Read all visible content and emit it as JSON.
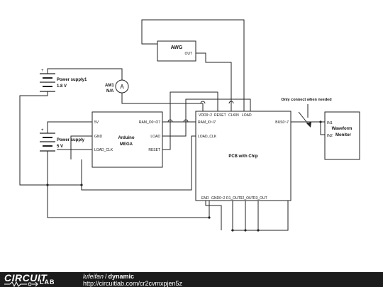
{
  "components": {
    "awg": {
      "title": "AWG",
      "pin_out": "OUT"
    },
    "power_supply1": {
      "name": "Power supply1",
      "value": "1.8 V"
    },
    "ammeter": {
      "name": "AM1",
      "value": "N/A",
      "symbol": "A"
    },
    "power_supply": {
      "name": "Power supply",
      "value": "5 V"
    },
    "arduino": {
      "title_line1": "Arduino",
      "title_line2": "MEGA",
      "pins": {
        "v5": "5V",
        "gnd": "GND",
        "load_clk": "LOAD_CLK",
        "ram_o": "RAM_O0~O7",
        "load": "LOAD",
        "reset": "RESET"
      }
    },
    "pcb": {
      "title": "PCB with Chip",
      "pins": {
        "vdd": "VDD0~2",
        "reset": "RESET",
        "clkin": "CLKIN",
        "load": "LOAD",
        "ram_i": "RAM_I0~I7",
        "load_clk": "LOAD_CLK",
        "bus": "BUS0~7",
        "end": "END",
        "gnd": "GND0~2",
        "r1_out": "R1_OUT",
        "r2_out": "R2_OUT",
        "r3_out": "R3_OUT"
      }
    },
    "monitor": {
      "title_line1": "Waveform",
      "title_line2": "Monitor",
      "pin_in1": "IN1",
      "pin_in2": "IN2"
    }
  },
  "annotation": "Only connect when needed",
  "footer": {
    "logo_main": "CIRCUIT",
    "logo_sub": "LAB",
    "user": "lufeifan",
    "separator": "/",
    "project": "dynamic",
    "url": "http://circuitlab.com/cr2cvmxpjen5z"
  },
  "colors": {
    "line": "#222222",
    "footer_bg": "#1c1c1c",
    "text": "#111111"
  }
}
